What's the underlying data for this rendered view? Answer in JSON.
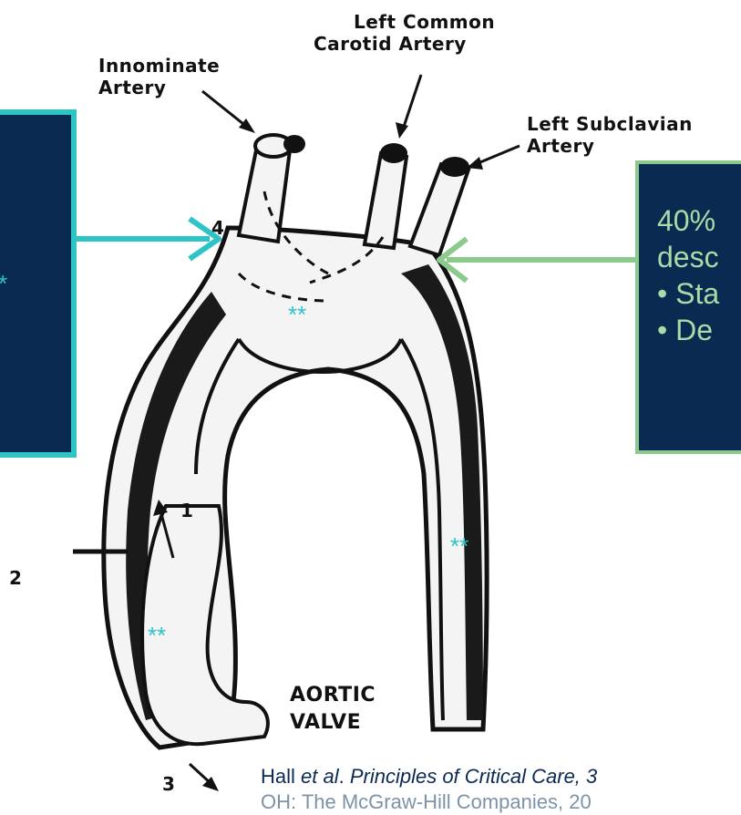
{
  "labels": {
    "innominate": [
      "Innominate",
      "Artery"
    ],
    "left_common_carotid": [
      "Left Common",
      "Carotid Artery"
    ],
    "left_subclavian": [
      "Left Subclavian",
      "Artery"
    ],
    "aortic_valve": [
      "AORTIC",
      "VALVE"
    ]
  },
  "numbers": {
    "n1": "1",
    "n2": "2",
    "n3": "3",
    "n4": "4"
  },
  "markers": {
    "stars": "**"
  },
  "right_box": {
    "line1": "40%",
    "line2": "desc",
    "line3": "• Sta",
    "line4": "• De"
  },
  "citation": {
    "line1_a": "Hall ",
    "line1_b": "et al",
    "line1_c": ". ",
    "line1_d": "Principles of Critical Care, 3",
    "line2": "OH: The McGraw-Hill Companies, 20"
  },
  "colors": {
    "box_fill": "#0b2a52",
    "left_border": "#2ec4c6",
    "right_border": "#8cc98c",
    "right_text": "#a6dca6",
    "stars": "#2ec4c6"
  }
}
